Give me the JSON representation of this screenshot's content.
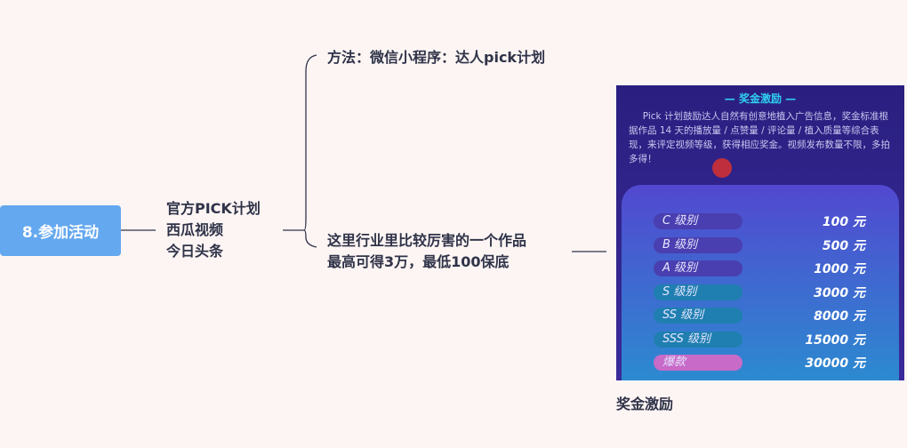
{
  "root": {
    "label": "8.参加活动"
  },
  "branch": {
    "lines": [
      "官方PICK计划",
      "西瓜视频",
      "今日头条"
    ]
  },
  "children": [
    {
      "lines": [
        "方法：微信小程序：达人pick计划"
      ]
    },
    {
      "lines": [
        "这里行业里比较厉害的一个作品",
        "最高可得3万，最低100保底"
      ]
    }
  ],
  "image": {
    "title": "奖金激励",
    "description": "Pick 计划鼓励达人自然有创意地植入广告信息，奖金标准根据作品 14 天的播放量 / 点赞量 / 评论量 / 植入质量等综合表现，来评定视频等级，获得相应奖金。视频发布数量不限，多拍多得！",
    "levels": [
      {
        "level": "C 级别",
        "amount": "100 元",
        "color": "#4a3fb0"
      },
      {
        "level": "B 级别",
        "amount": "500 元",
        "color": "#4a3fb0"
      },
      {
        "level": "A 级别",
        "amount": "1000 元",
        "color": "#4a3fb0"
      },
      {
        "level": "S 级别",
        "amount": "3000 元",
        "color": "#1f7fb0"
      },
      {
        "level": "SS 级别",
        "amount": "8000 元",
        "color": "#1f7fb0"
      },
      {
        "level": "SSS 级别",
        "amount": "15000 元",
        "color": "#1f7fb0"
      },
      {
        "level": "爆款",
        "amount": "30000 元",
        "color": "#c86ac8"
      }
    ]
  },
  "caption": "奖金激励"
}
